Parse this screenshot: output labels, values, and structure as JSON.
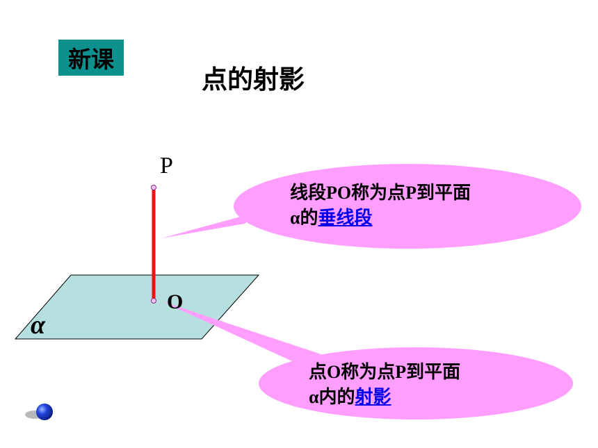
{
  "header": {
    "badge": "新课",
    "title": "点的射影"
  },
  "diagram": {
    "point_p": "P",
    "point_o": "O",
    "plane": "α",
    "colors": {
      "plane_fill": "#b6dfe0",
      "segment": "#ee1111",
      "callout_fill": "#ff9eff",
      "badge": "#0c918f",
      "link": "#0000ee"
    }
  },
  "callouts": {
    "first": {
      "line1": "线段PO称为点P到平面",
      "line2_prefix": "α的",
      "link": "垂线段"
    },
    "second": {
      "line1": "点O称为点P到平面",
      "line2_prefix": "α内的",
      "link": "射影"
    }
  },
  "nav": {
    "icon": "blue-sphere-icon"
  }
}
